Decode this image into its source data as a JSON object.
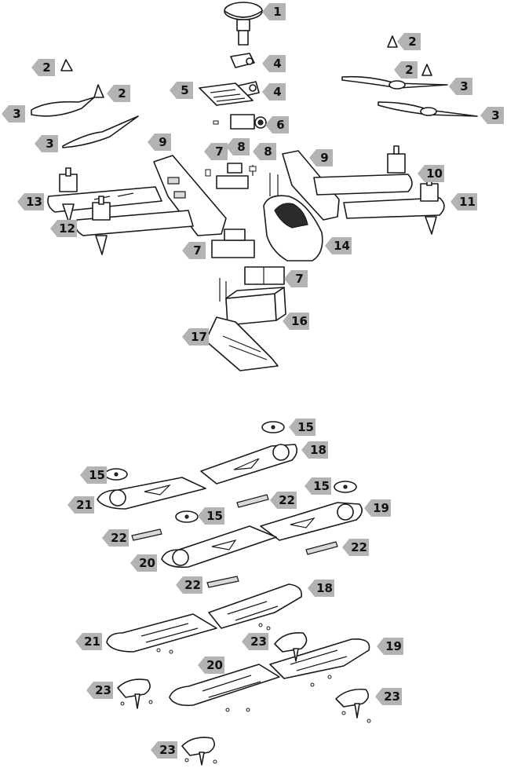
{
  "colors": {
    "callout_fill": "#b3b3b3",
    "callout_text": "#111111",
    "line_art": "#1a1a1a",
    "background": "#ffffff"
  },
  "callouts": [
    {
      "name": "gps-module",
      "label": "1"
    },
    {
      "name": "propeller-nut-a",
      "label": "2"
    },
    {
      "name": "propeller-nut-b",
      "label": "2"
    },
    {
      "name": "propeller-nut-c",
      "label": "2"
    },
    {
      "name": "propeller-nut-d",
      "label": "2"
    },
    {
      "name": "propeller-a",
      "label": "3"
    },
    {
      "name": "propeller-b",
      "label": "3"
    },
    {
      "name": "propeller-c",
      "label": "3"
    },
    {
      "name": "propeller-d",
      "label": "3"
    },
    {
      "name": "camera-mount-a",
      "label": "4"
    },
    {
      "name": "camera-mount-b",
      "label": "4"
    },
    {
      "name": "top-plate",
      "label": "5"
    },
    {
      "name": "camera",
      "label": "6"
    },
    {
      "name": "bracket-a",
      "label": "7"
    },
    {
      "name": "bracket-b",
      "label": "7"
    },
    {
      "name": "bracket-c",
      "label": "7"
    },
    {
      "name": "screw-set-a",
      "label": "8"
    },
    {
      "name": "screw-set-b",
      "label": "8"
    },
    {
      "name": "side-frame-a",
      "label": "9"
    },
    {
      "name": "side-frame-b",
      "label": "9"
    },
    {
      "name": "motor-a",
      "label": "10"
    },
    {
      "name": "motor-b",
      "label": "11"
    },
    {
      "name": "motor-c",
      "label": "12"
    },
    {
      "name": "motor-d",
      "label": "13"
    },
    {
      "name": "canopy",
      "label": "14"
    },
    {
      "name": "motor-plate-a",
      "label": "15"
    },
    {
      "name": "motor-plate-b",
      "label": "15"
    },
    {
      "name": "motor-plate-c",
      "label": "15"
    },
    {
      "name": "motor-plate-d",
      "label": "15"
    },
    {
      "name": "battery",
      "label": "16"
    },
    {
      "name": "bottom-plate",
      "label": "17"
    },
    {
      "name": "arm-top-a",
      "label": "18"
    },
    {
      "name": "arm-bottom-a",
      "label": "18"
    },
    {
      "name": "arm-top-b",
      "label": "19"
    },
    {
      "name": "arm-bottom-b",
      "label": "19"
    },
    {
      "name": "arm-top-c",
      "label": "20"
    },
    {
      "name": "arm-bottom-c",
      "label": "20"
    },
    {
      "name": "arm-top-d",
      "label": "21"
    },
    {
      "name": "arm-bottom-d",
      "label": "21"
    },
    {
      "name": "arm-spacer-a",
      "label": "22"
    },
    {
      "name": "arm-spacer-b",
      "label": "22"
    },
    {
      "name": "arm-spacer-c",
      "label": "22"
    },
    {
      "name": "arm-spacer-d",
      "label": "22"
    },
    {
      "name": "landing-foot-a",
      "label": "23"
    },
    {
      "name": "landing-foot-b",
      "label": "23"
    },
    {
      "name": "landing-foot-c",
      "label": "23"
    },
    {
      "name": "landing-foot-d",
      "label": "23"
    }
  ]
}
